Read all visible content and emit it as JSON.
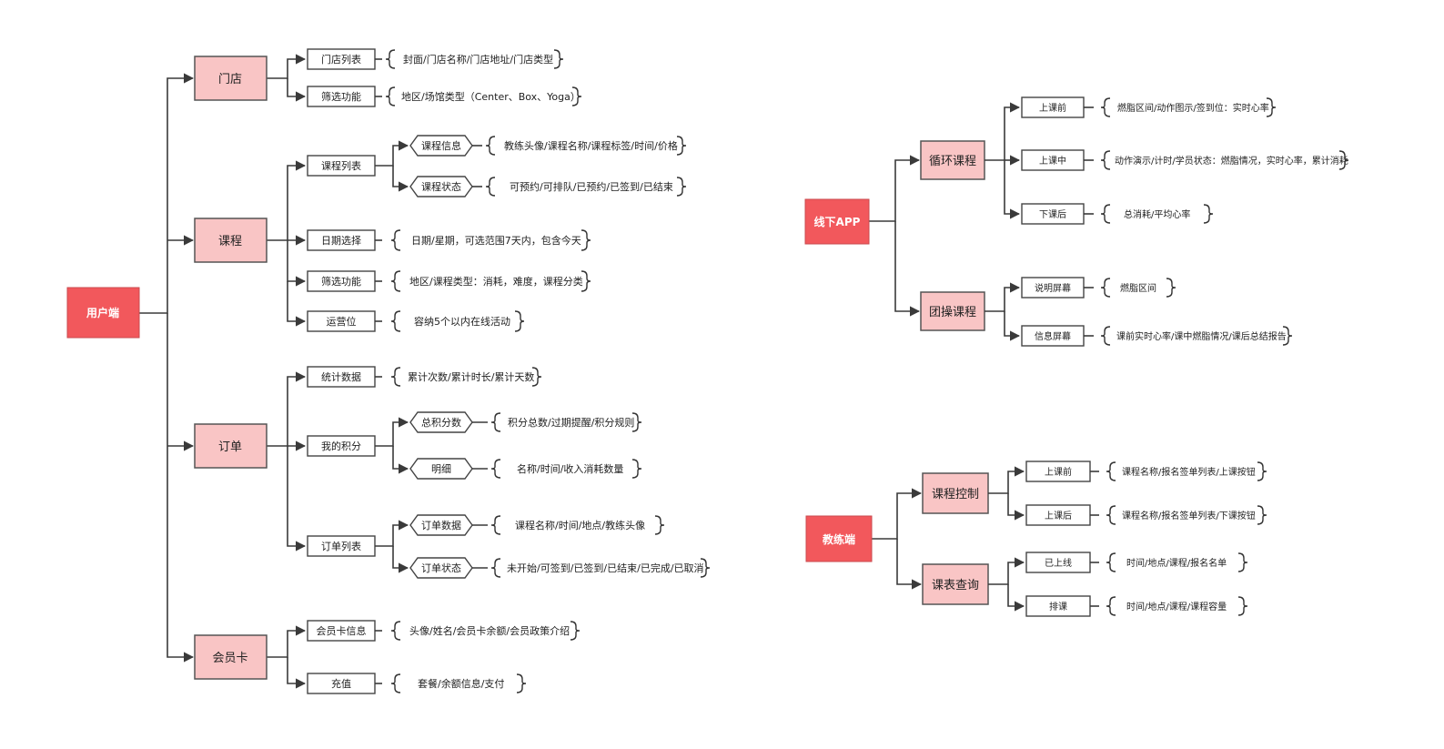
{
  "user_side": {
    "root": "用户端",
    "store": {
      "label": "门店",
      "list": {
        "label": "门店列表",
        "detail": "封面/门店名称/门店地址/门店类型"
      },
      "filter": {
        "label": "筛选功能",
        "detail": "地区/场馆类型（Center、Box、Yoga）"
      }
    },
    "course": {
      "label": "课程",
      "list": {
        "label": "课程列表",
        "info": {
          "label": "课程信息",
          "detail": "教练头像/课程名称/课程标签/时间/价格"
        },
        "status": {
          "label": "课程状态",
          "detail": "可预约/可排队/已预约/已签到/已结束"
        }
      },
      "date": {
        "label": "日期选择",
        "detail": "日期/星期，可选范围7天内，包含今天"
      },
      "filter": {
        "label": "筛选功能",
        "detail": "地区/课程类型：消耗，难度，课程分类"
      },
      "ops": {
        "label": "运营位",
        "detail": "容纳5个以内在线活动"
      }
    },
    "order": {
      "label": "订单",
      "stats": {
        "label": "统计数据",
        "detail": "累计次数/累计时长/累计天数"
      },
      "points": {
        "label": "我的积分",
        "total": {
          "label": "总积分数",
          "detail": "积分总数/过期提醒/积分规则"
        },
        "detail_item": {
          "label": "明细",
          "detail": "名称/时间/收入消耗数量"
        }
      },
      "list": {
        "label": "订单列表",
        "data": {
          "label": "订单数据",
          "detail": "课程名称/时间/地点/教练头像"
        },
        "status": {
          "label": "订单状态",
          "detail": "未开始/可签到/已签到/已结束/已完成/已取消"
        }
      }
    },
    "card": {
      "label": "会员卡",
      "info": {
        "label": "会员卡信息",
        "detail": "头像/姓名/会员卡余额/会员政策介绍"
      },
      "recharge": {
        "label": "充值",
        "detail": "套餐/余额信息/支付"
      }
    }
  },
  "offline_app": {
    "root": "线下APP",
    "cycle": {
      "label": "循环课程",
      "before": {
        "label": "上课前",
        "detail": "燃脂区间/动作图示/签到位：实时心率"
      },
      "during": {
        "label": "上课中",
        "detail": "动作演示/计时/学员状态：燃脂情况，实时心率，累计消耗"
      },
      "after": {
        "label": "下课后",
        "detail": "总消耗/平均心率"
      }
    },
    "group": {
      "label": "团操课程",
      "explain": {
        "label": "说明屏幕",
        "detail": "燃脂区间"
      },
      "info": {
        "label": "信息屏幕",
        "detail": "课前实时心率/课中燃脂情况/课后总结报告"
      }
    }
  },
  "coach_side": {
    "root": "教练端",
    "control": {
      "label": "课程控制",
      "before": {
        "label": "上课前",
        "detail": "课程名称/报名签单列表/上课按钮"
      },
      "after": {
        "label": "上课后",
        "detail": "课程名称/报名签单列表/下课按钮"
      }
    },
    "schedule": {
      "label": "课表查询",
      "online": {
        "label": "已上线",
        "detail": "时间/地点/课程/报名名单"
      },
      "arrange": {
        "label": "排课",
        "detail": "时间/地点/课程/课程容量"
      }
    }
  },
  "colors": {
    "root_fill": "#f2585c",
    "level1_fill": "#f9c5c5",
    "line": "#3a3a3a"
  }
}
